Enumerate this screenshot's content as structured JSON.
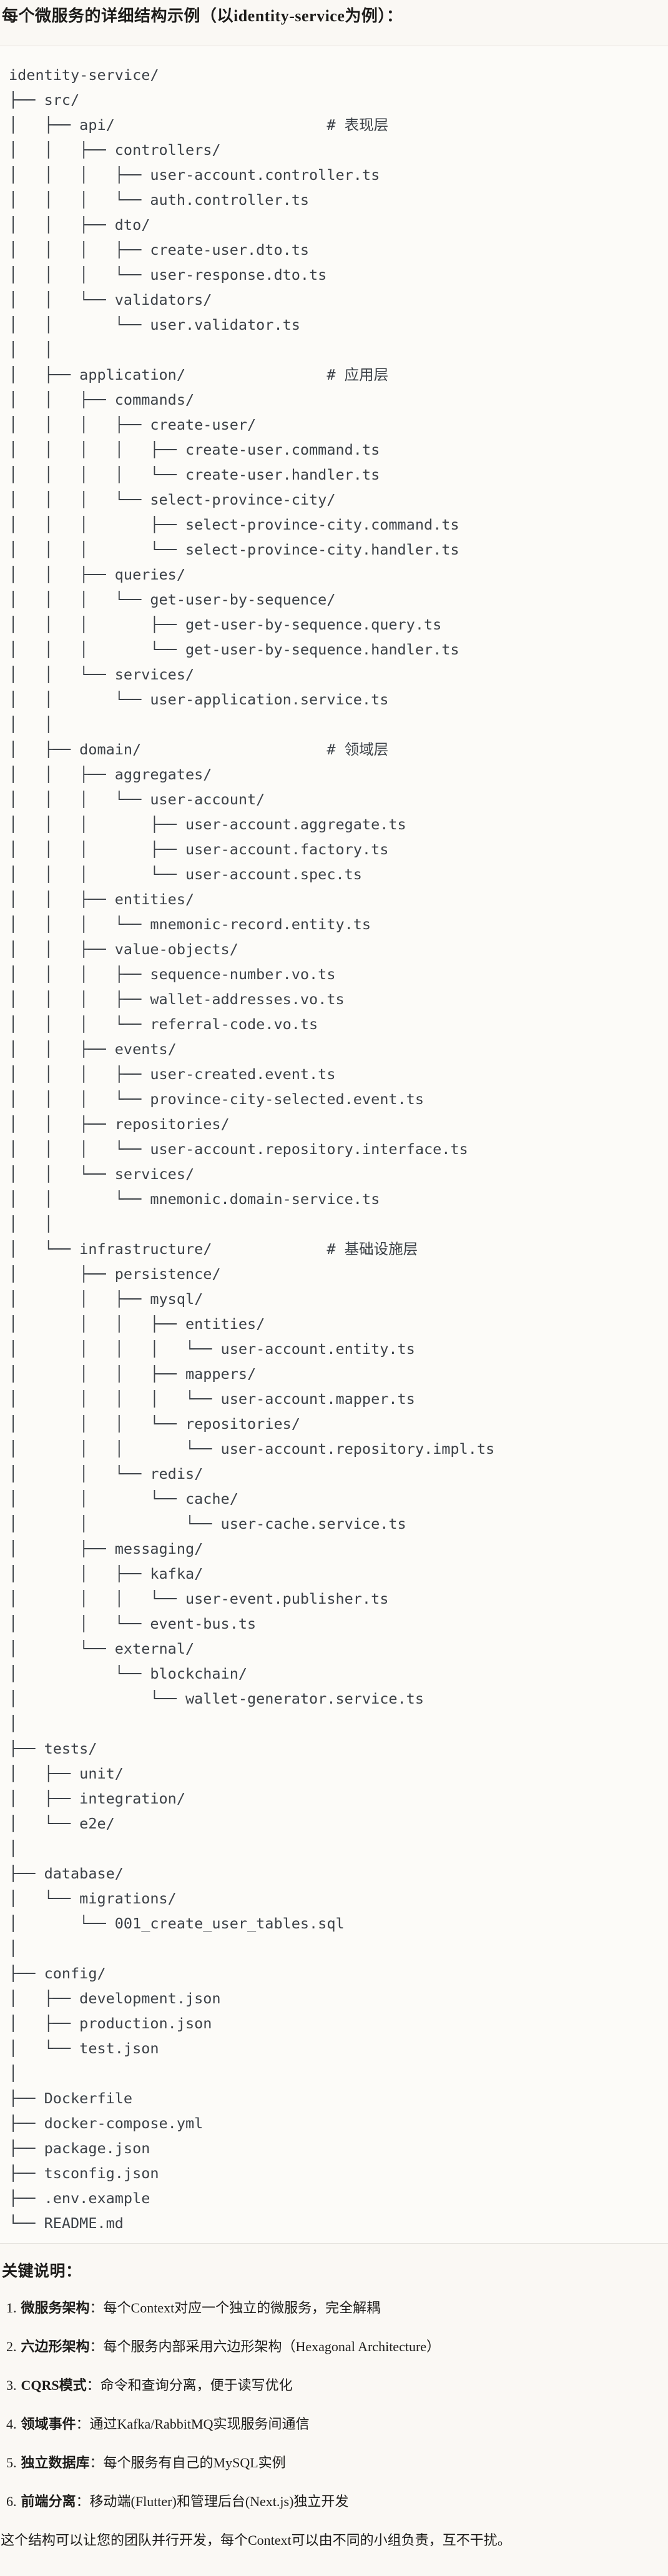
{
  "title": "每个微服务的详细结构示例（以identity-service为例）：",
  "colors": {
    "page_bg": "#faf8f4",
    "code_bg": "#fcfbf8",
    "code_border": "#e6e4df",
    "tree_text": "#3c4147",
    "body_text": "#1d1c1a"
  },
  "tree": {
    "lines": [
      "identity-service/",
      "├── src/",
      "│   ├── api/                        # 表现层",
      "│   │   ├── controllers/",
      "│   │   │   ├── user-account.controller.ts",
      "│   │   │   └── auth.controller.ts",
      "│   │   ├── dto/",
      "│   │   │   ├── create-user.dto.ts",
      "│   │   │   └── user-response.dto.ts",
      "│   │   └── validators/",
      "│   │       └── user.validator.ts",
      "│   │",
      "│   ├── application/                # 应用层",
      "│   │   ├── commands/",
      "│   │   │   ├── create-user/",
      "│   │   │   │   ├── create-user.command.ts",
      "│   │   │   │   └── create-user.handler.ts",
      "│   │   │   └── select-province-city/",
      "│   │   │       ├── select-province-city.command.ts",
      "│   │   │       └── select-province-city.handler.ts",
      "│   │   ├── queries/",
      "│   │   │   └── get-user-by-sequence/",
      "│   │   │       ├── get-user-by-sequence.query.ts",
      "│   │   │       └── get-user-by-sequence.handler.ts",
      "│   │   └── services/",
      "│   │       └── user-application.service.ts",
      "│   │",
      "│   ├── domain/                     # 领域层",
      "│   │   ├── aggregates/",
      "│   │   │   └── user-account/",
      "│   │   │       ├── user-account.aggregate.ts",
      "│   │   │       ├── user-account.factory.ts",
      "│   │   │       └── user-account.spec.ts",
      "│   │   ├── entities/",
      "│   │   │   └── mnemonic-record.entity.ts",
      "│   │   ├── value-objects/",
      "│   │   │   ├── sequence-number.vo.ts",
      "│   │   │   ├── wallet-addresses.vo.ts",
      "│   │   │   └── referral-code.vo.ts",
      "│   │   ├── events/",
      "│   │   │   ├── user-created.event.ts",
      "│   │   │   └── province-city-selected.event.ts",
      "│   │   ├── repositories/",
      "│   │   │   └── user-account.repository.interface.ts",
      "│   │   └── services/",
      "│   │       └── mnemonic.domain-service.ts",
      "│   │",
      "│   └── infrastructure/             # 基础设施层",
      "│       ├── persistence/",
      "│       │   ├── mysql/",
      "│       │   │   ├── entities/",
      "│       │   │   │   └── user-account.entity.ts",
      "│       │   │   ├── mappers/",
      "│       │   │   │   └── user-account.mapper.ts",
      "│       │   │   └── repositories/",
      "│       │   │       └── user-account.repository.impl.ts",
      "│       │   └── redis/",
      "│       │       └── cache/",
      "│       │           └── user-cache.service.ts",
      "│       ├── messaging/",
      "│       │   ├── kafka/",
      "│       │   │   └── user-event.publisher.ts",
      "│       │   └── event-bus.ts",
      "│       └── external/",
      "│           └── blockchain/",
      "│               └── wallet-generator.service.ts",
      "│",
      "├── tests/",
      "│   ├── unit/",
      "│   ├── integration/",
      "│   └── e2e/",
      "│",
      "├── database/",
      "│   └── migrations/",
      "│       └── 001_create_user_tables.sql",
      "│",
      "├── config/",
      "│   ├── development.json",
      "│   ├── production.json",
      "│   └── test.json",
      "│",
      "├── Dockerfile",
      "├── docker-compose.yml",
      "├── package.json",
      "├── tsconfig.json",
      "├── .env.example",
      "└── README.md"
    ]
  },
  "notes": {
    "title": "关键说明：",
    "items": [
      {
        "num": "1.",
        "term": "微服务架构",
        "desc": "：每个Context对应一个独立的微服务，完全解耦"
      },
      {
        "num": "2.",
        "term": "六边形架构",
        "desc": "：每个服务内部采用六边形架构（Hexagonal Architecture）"
      },
      {
        "num": "3.",
        "term": "CQRS模式",
        "desc": "：命令和查询分离，便于读写优化"
      },
      {
        "num": "4.",
        "term": "领域事件",
        "desc": "：通过Kafka/RabbitMQ实现服务间通信"
      },
      {
        "num": "5.",
        "term": "独立数据库",
        "desc": "：每个服务有自己的MySQL实例"
      },
      {
        "num": "6.",
        "term": "前端分离",
        "desc": "：移动端(Flutter)和管理后台(Next.js)独立开发"
      }
    ],
    "closing": "这个结构可以让您的团队并行开发，每个Context可以由不同的小组负责，互不干扰。"
  }
}
